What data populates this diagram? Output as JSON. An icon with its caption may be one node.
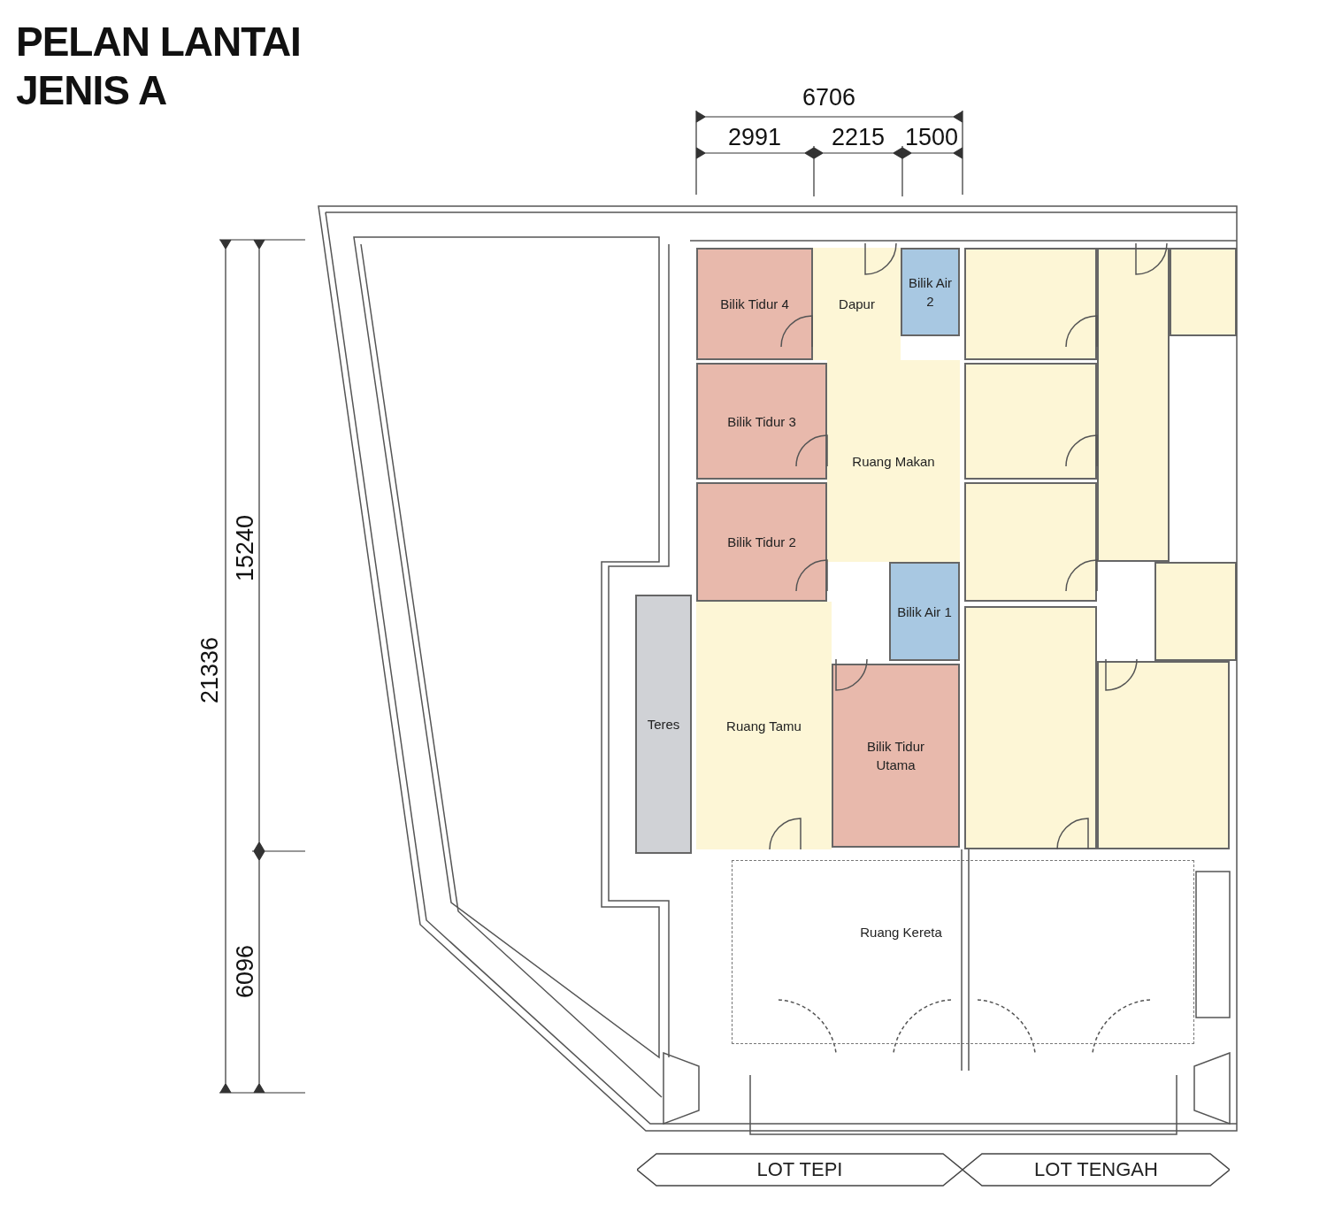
{
  "diagram": {
    "title": "PELAN LANTAI JENIS A",
    "nodes": [
      {
        "text": [
          "Bilik Tidur 4"
        ]
      },
      {
        "text": [
          "Dapur"
        ]
      },
      {
        "text": [
          "Bilik Air 2"
        ]
      },
      {
        "text": [
          "Bilik Tidur 3"
        ]
      },
      {
        "text": [
          "Ruang Makan"
        ]
      },
      {
        "text": [
          "Bilik Tidur 2"
        ]
      },
      {
        "text": [
          "Bilik Air 1"
        ]
      },
      {
        "text": [
          "Teres"
        ]
      },
      {
        "text": [
          "Ruang Tamu"
        ]
      },
      {
        "text": [
          "Bilik Tidur Utama"
        ]
      },
      {
        "text": [],
        "shape": "box"
      },
      {
        "text": [],
        "shape": "box"
      },
      {
        "text": [],
        "shape": "box"
      },
      {
        "text": [],
        "shape": "box"
      },
      {
        "text": [],
        "shape": "box"
      },
      {
        "text": [],
        "shape": "box"
      },
      {
        "text": [],
        "shape": "box"
      },
      {
        "text": [],
        "shape": "box"
      },
      {
        "text": [
          "Ruang Kereta"
        ]
      },
      {
        "text": [
          "LOT TEPI"
        ]
      },
      {
        "text": [
          "LOT TENGAH"
        ]
      }
    ],
    "labels": [
      "6706",
      "2991",
      "2215",
      "1500",
      "21336",
      "15240",
      "6096"
    ]
  }
}
